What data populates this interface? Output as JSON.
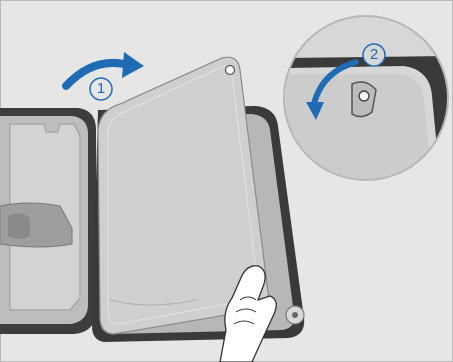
{
  "steps": [
    {
      "label": "1",
      "action": "close-lid"
    },
    {
      "label": "2",
      "action": "secure-corner"
    }
  ],
  "colors": {
    "background": "#e6e6e6",
    "arrow_blue": "#1f6bb4",
    "case_dark": "#3d3d3d",
    "case_interior": "#bdbdbd",
    "lid_panel": "#d0d0d0",
    "glove": "#ffffff"
  },
  "icons": [
    "curved-arrow-icon",
    "zoom-callout-icon",
    "hand-icon"
  ]
}
